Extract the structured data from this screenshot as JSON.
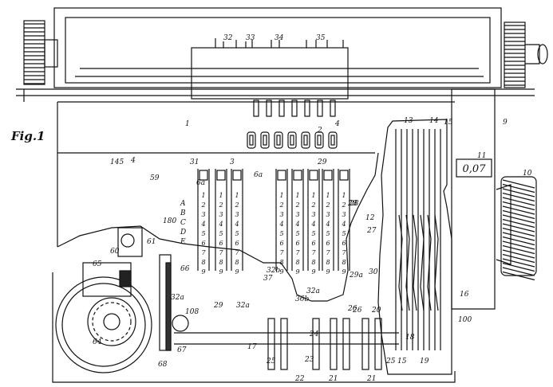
{
  "figure_label": "Fig.1",
  "display_value": "0,07",
  "ref_labels": [
    "32",
    "33",
    "34",
    "35",
    "1",
    "2",
    "4",
    "9",
    "11",
    "10",
    "13",
    "14",
    "15",
    "31",
    "3",
    "29",
    "6a",
    "6a",
    "145",
    "4",
    "59",
    "28",
    "12",
    "27",
    "180",
    "61",
    "60",
    "65",
    "66",
    "32a",
    "29",
    "32a",
    "37",
    "32b",
    "36b",
    "29a",
    "30",
    "32a",
    "26",
    "20",
    "16",
    "100",
    "19",
    "15",
    "18",
    "17",
    "64",
    "67",
    "68",
    "108",
    "24",
    "25",
    "22",
    "23",
    "21",
    "21",
    "25",
    "26",
    "A",
    "B",
    "C",
    "D",
    "E",
    "28"
  ],
  "key_digits": [
    "1",
    "2",
    "3",
    "4",
    "5",
    "6",
    "7",
    "8",
    "9"
  ]
}
